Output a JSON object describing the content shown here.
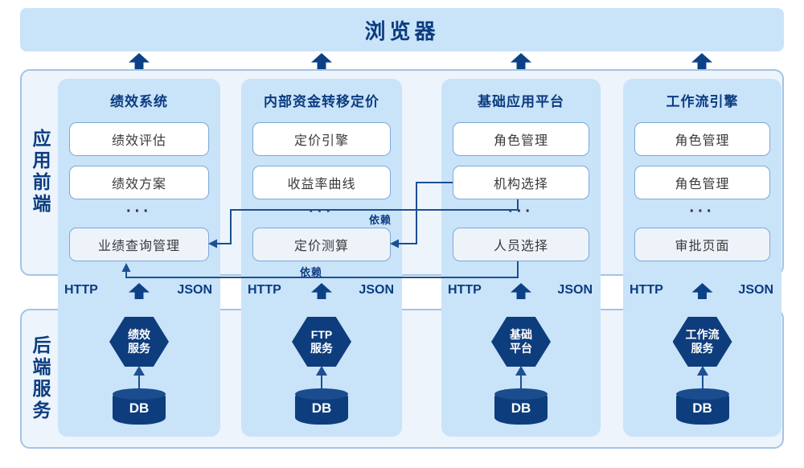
{
  "banner": {
    "title": "浏览器"
  },
  "frontend": {
    "side_label": "应用前端",
    "protocol": {
      "http": "HTTP",
      "json": "JSON"
    },
    "columns": [
      {
        "title": "绩效系统",
        "rows": [
          "绩效评估",
          "绩效方案"
        ],
        "dots": "···",
        "featured": "业绩查询管理"
      },
      {
        "title": "内部资金转移定价",
        "rows": [
          "定价引擎",
          "收益率曲线"
        ],
        "dots": "···",
        "featured": "定价测算"
      },
      {
        "title": "基础应用平台",
        "rows": [
          "角色管理",
          "机构选择"
        ],
        "dots": "···",
        "featured": "人员选择"
      },
      {
        "title": "工作流引擎",
        "rows": [
          "角色管理",
          "角色管理"
        ],
        "dots": "···",
        "featured": "审批页面"
      }
    ]
  },
  "backend": {
    "side_label": "后端服务",
    "services": [
      {
        "hex_line1": "绩效",
        "hex_line2": "服务",
        "db": "DB"
      },
      {
        "hex_line1": "FTP",
        "hex_line2": "服务",
        "db": "DB"
      },
      {
        "hex_line1": "基础",
        "hex_line2": "平台",
        "db": "DB"
      },
      {
        "hex_line1": "工作流",
        "hex_line2": "服务",
        "db": "DB"
      }
    ]
  },
  "edges": {
    "dependency_label": "依赖"
  },
  "colors": {
    "banner_bg": "#c9e3f9",
    "panel_bg": "#edf4fc",
    "panel_border": "#a3c4e6",
    "strip_bg": "#c9e3f9",
    "box_border": "#7ea9d8",
    "featured_box_bg": "#eef3fa",
    "navy_text": "#0b3c80",
    "shape_navy": "#0e3d7d",
    "line_navy": "#1d4f92"
  }
}
